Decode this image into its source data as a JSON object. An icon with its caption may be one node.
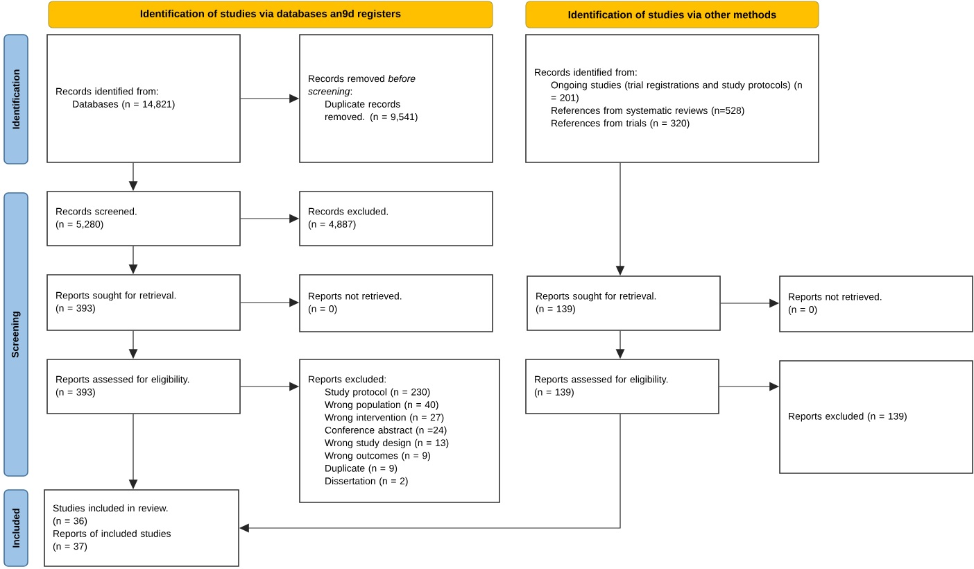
{
  "diagram": {
    "nodes": [
      {
        "text": [
          "Identification of studies via databases an9d registers"
        ]
      },
      {
        "text": [
          "Identification of studies via other methods"
        ]
      },
      {
        "text": [
          "Identification"
        ]
      },
      {
        "text": [
          "Screening"
        ]
      },
      {
        "text": [
          "Included"
        ]
      },
      {
        "text": [
          "Records identified from:",
          "Databases (n = 14,821)"
        ]
      },
      {
        "text": [
          "Records removed *before screening*:",
          "Duplicate records removed. (n = 9,541)"
        ]
      },
      {
        "text": [
          "Records screened.",
          "(n = 5,280)"
        ]
      },
      {
        "text": [
          "Records excluded.",
          "(n = 4,887)"
        ]
      },
      {
        "text": [
          "Reports sought for retrieval.",
          "(n = 393)"
        ]
      },
      {
        "text": [
          "Reports not retrieved.",
          "(n = 0)"
        ]
      },
      {
        "text": [
          "Reports assessed for eligibility.",
          "(n = 393)"
        ]
      },
      {
        "text": [
          "Reports excluded:",
          "Study protocol (n = 230)",
          "Wrong population (n = 40)",
          "Wrong intervention (n = 27)",
          "Conference abstract (n =24)",
          "Wrong study design (n = 13)",
          "Wrong outcomes (n = 9)",
          "Duplicate (n = 9)",
          "Dissertation (n = 2)"
        ]
      },
      {
        "text": [
          "Studies included in review.",
          "(n = 36)",
          "Reports of included studies",
          "(n = 37)"
        ]
      },
      {
        "text": [
          "Records identified from:",
          "Ongoing studies (trial registrations and study protocols) (n = 201)",
          "References from systematic reviews (n=528)",
          "References from trials (n = 320)"
        ]
      },
      {
        "text": [
          "Reports sought for retrieval.",
          "(n = 139)"
        ]
      },
      {
        "text": [
          "Reports not retrieved.",
          "(n = 0)"
        ]
      },
      {
        "text": [
          "Reports assessed for eligibility.",
          "(n = 139)"
        ]
      },
      {
        "text": [
          "Reports excluded (n = 139)"
        ]
      }
    ],
    "edges": [
      {
        "from": 5,
        "to": 6,
        "arrow": "to"
      },
      {
        "from": 5,
        "to": 7,
        "arrow": "to"
      },
      {
        "from": 7,
        "to": 8,
        "arrow": "to"
      },
      {
        "from": 7,
        "to": 9,
        "arrow": "to"
      },
      {
        "from": 9,
        "to": 10,
        "arrow": "to"
      },
      {
        "from": 9,
        "to": 11,
        "arrow": "to"
      },
      {
        "from": 11,
        "to": 12,
        "arrow": "to"
      },
      {
        "from": 11,
        "to": 13,
        "arrow": "to"
      },
      {
        "from": 14,
        "to": 15,
        "arrow": "to"
      },
      {
        "from": 15,
        "to": 16,
        "arrow": "to"
      },
      {
        "from": 15,
        "to": 17,
        "arrow": "to"
      },
      {
        "from": 17,
        "to": 18,
        "arrow": "to"
      },
      {
        "from": 17,
        "to": 13,
        "arrow": "to"
      }
    ]
  }
}
